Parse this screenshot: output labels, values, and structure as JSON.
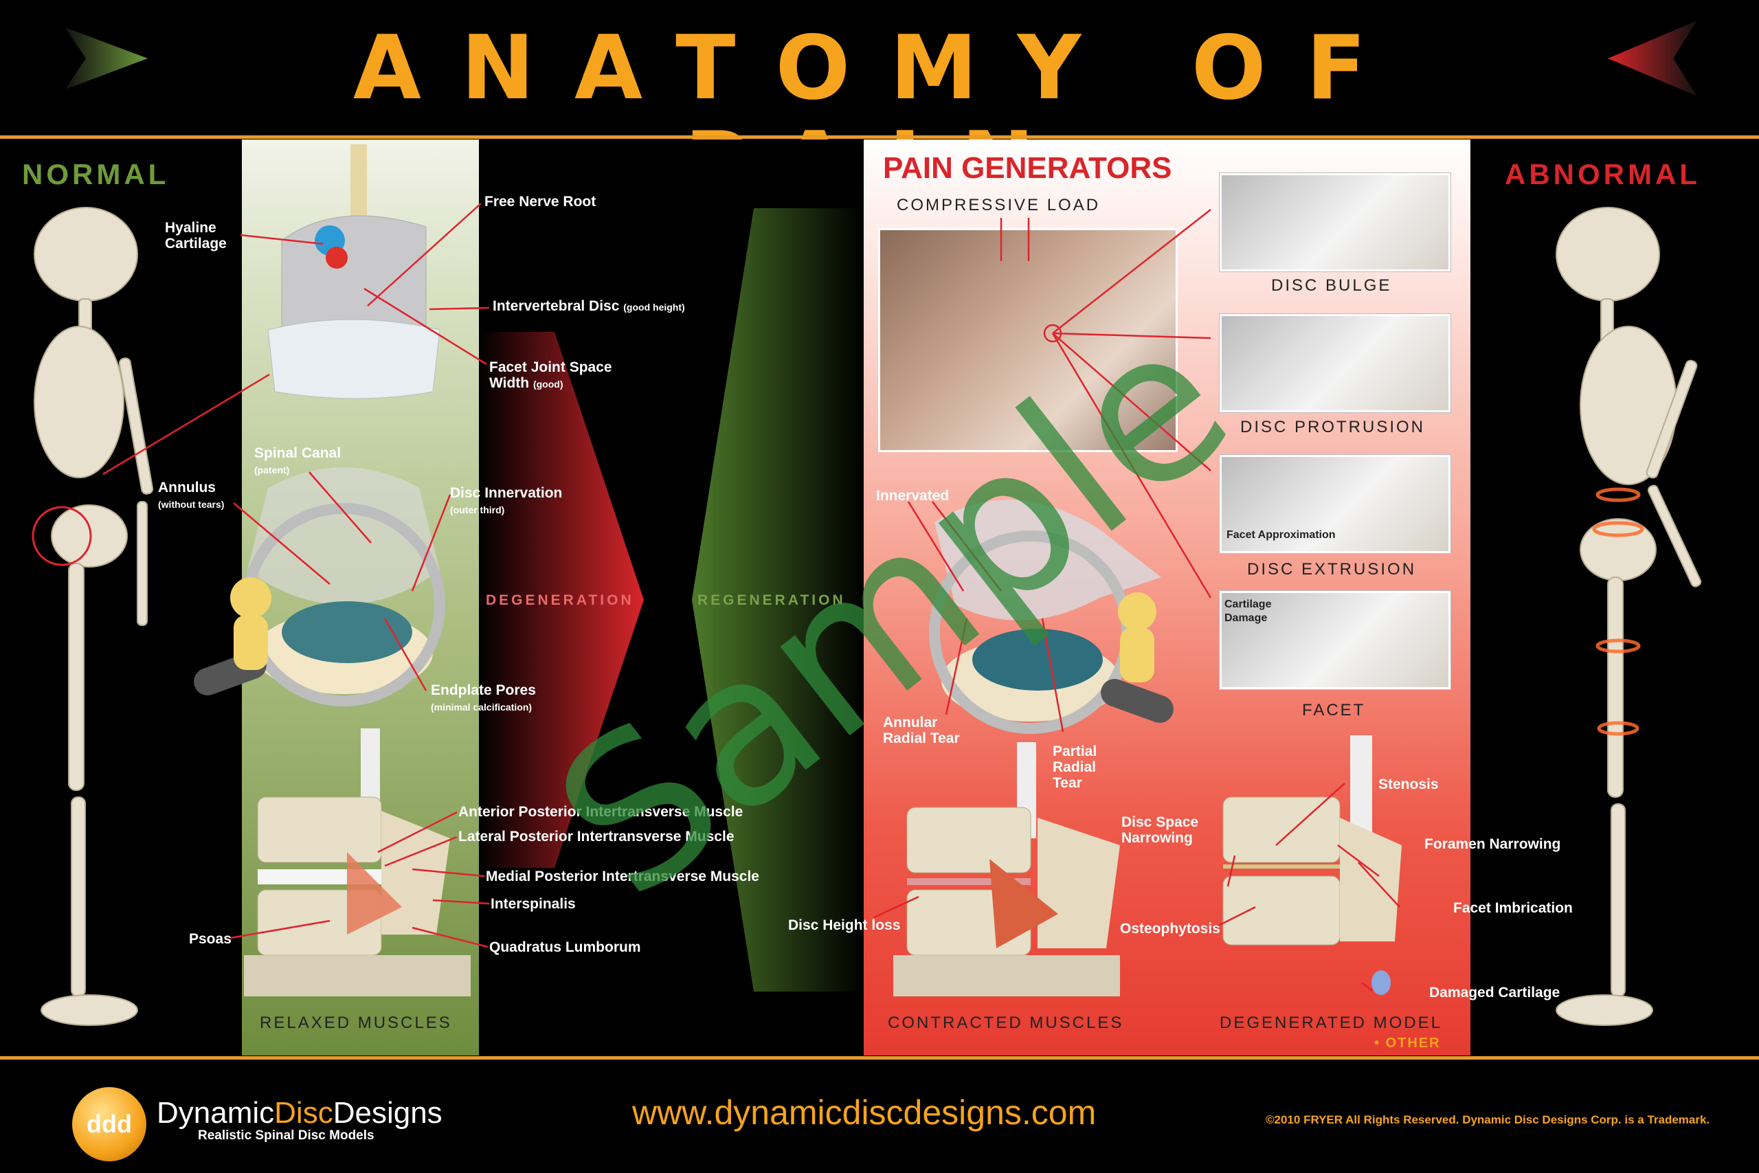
{
  "title": "ANATOMY OF PAIN",
  "colors": {
    "accent": "#f6a31d",
    "normal": "#6f9b3a",
    "abnormal": "#d8262b",
    "callout": "#e0232d"
  },
  "normal": {
    "heading": "NORMAL",
    "labels": {
      "hyaline": "Hyaline",
      "hyaline2": "Cartilage",
      "nerve": "Free Nerve Root",
      "disc": "Intervertebral Disc",
      "disc_note": "(good height)",
      "facet": "Facet Joint Space",
      "facet2": "Width",
      "facet_note": "(good)",
      "canal": "Spinal Canal",
      "canal_note": "(patent)",
      "annulus": "Annulus",
      "annulus_note": "(without tears)",
      "innervation": "Disc Innervation",
      "innervation_note": "(outer third)",
      "endplate": "Endplate Pores",
      "endplate_note": "(minimal calcification)",
      "ant_post": "Anterior Posterior Intertransverse Muscle",
      "lat_post": "Lateral Posterior Intertransverse Muscle",
      "med_post": "Medial Posterior Intertransverse Muscle",
      "interspinalis": "Interspinalis",
      "psoas": "Psoas",
      "quadratus": "Quadratus Lumborum"
    },
    "caption": "RELAXED MUSCLES"
  },
  "middle": {
    "degeneration": "DEGENERATION",
    "regeneration": "REGENERATION"
  },
  "watermark": "Sample",
  "abnormal": {
    "heading": "ABNORMAL",
    "pain_generators": "PAIN GENERATORS",
    "compressive": "COMPRESSIVE LOAD",
    "captions": {
      "bulge": "DISC BULGE",
      "protrusion": "DISC PROTRUSION",
      "extrusion": "DISC EXTRUSION",
      "facet": "FACET",
      "contracted": "CONTRACTED MUSCLES",
      "degenerated": "DEGENERATED MODEL",
      "other": "• OTHER"
    },
    "labels": {
      "facet_approx": "Facet Approximation",
      "cartilage": "Cartilage",
      "damage": "Damage",
      "innervated": "Innervated",
      "annular": "Annular",
      "annular2": "Radial Tear",
      "partial": "Partial",
      "partial2": "Radial",
      "partial3": "Tear",
      "disc_space": "Disc Space",
      "disc_space2": "Narrowing",
      "osteophytosis": "Osteophytosis",
      "disc_height": "Disc Height loss",
      "stenosis": "Stenosis",
      "foramen": "Foramen Narrowing",
      "facet_imb": "Facet Imbrication",
      "damaged_cart": "Damaged Cartilage"
    }
  },
  "footer": {
    "logo_mark": "ddd",
    "brand_a": "Dynamic",
    "brand_b": "Disc",
    "brand_c": "Designs",
    "tagline": "Realistic Spinal Disc Models",
    "url": "www.dynamicdiscdesigns.com",
    "copyright": "©2010 FRYER All Rights Reserved. Dynamic Disc Designs Corp. is a Trademark."
  }
}
